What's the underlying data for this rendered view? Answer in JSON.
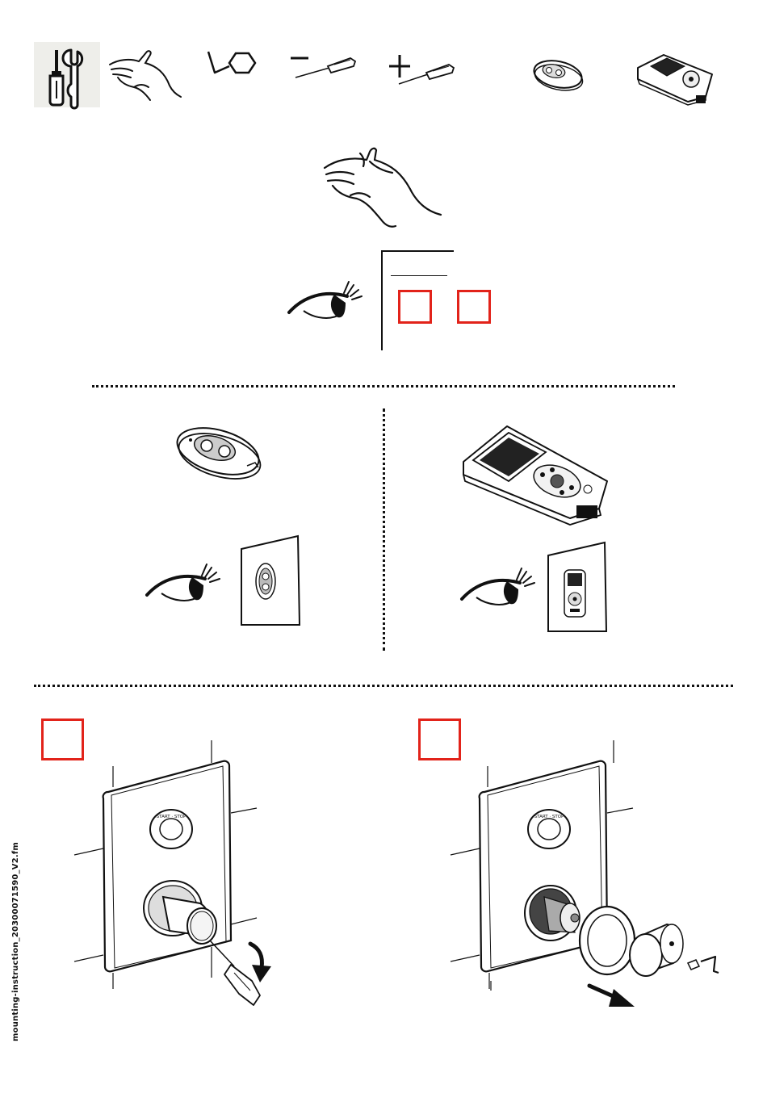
{
  "footer": {
    "file_label": "mounting-instruction_20300071590_V2.fm"
  },
  "colors": {
    "accent_red": "#e2231a",
    "line": "#111111",
    "tool_panel_bg": "#eeeeea"
  },
  "icons": {
    "tools_header": [
      "tools-icon",
      "hand-icon",
      "hex-key-icon",
      "flat-screwdriver-icon",
      "phillips-screwdriver-icon",
      "remote-control-icon",
      "service-handheld-icon"
    ],
    "steps": [
      "hand-icon",
      "eye-icon",
      "checkbox-icon"
    ],
    "options": [
      "remote-control-icon",
      "eye-icon",
      "remote-manual-icon",
      "service-handheld-icon",
      "eye-icon",
      "handheld-manual-icon"
    ],
    "mounting": [
      "checkbox-icon",
      "wall-panel-icon",
      "screwdriver-icon",
      "arrow-down-icon",
      "checkbox-icon",
      "wall-panel-exploded-icon",
      "hex-key-icon",
      "arrow-icon"
    ]
  },
  "panel_labels": {
    "start_stop_left": "START · STOP",
    "start_stop_right": "START · STOP"
  }
}
